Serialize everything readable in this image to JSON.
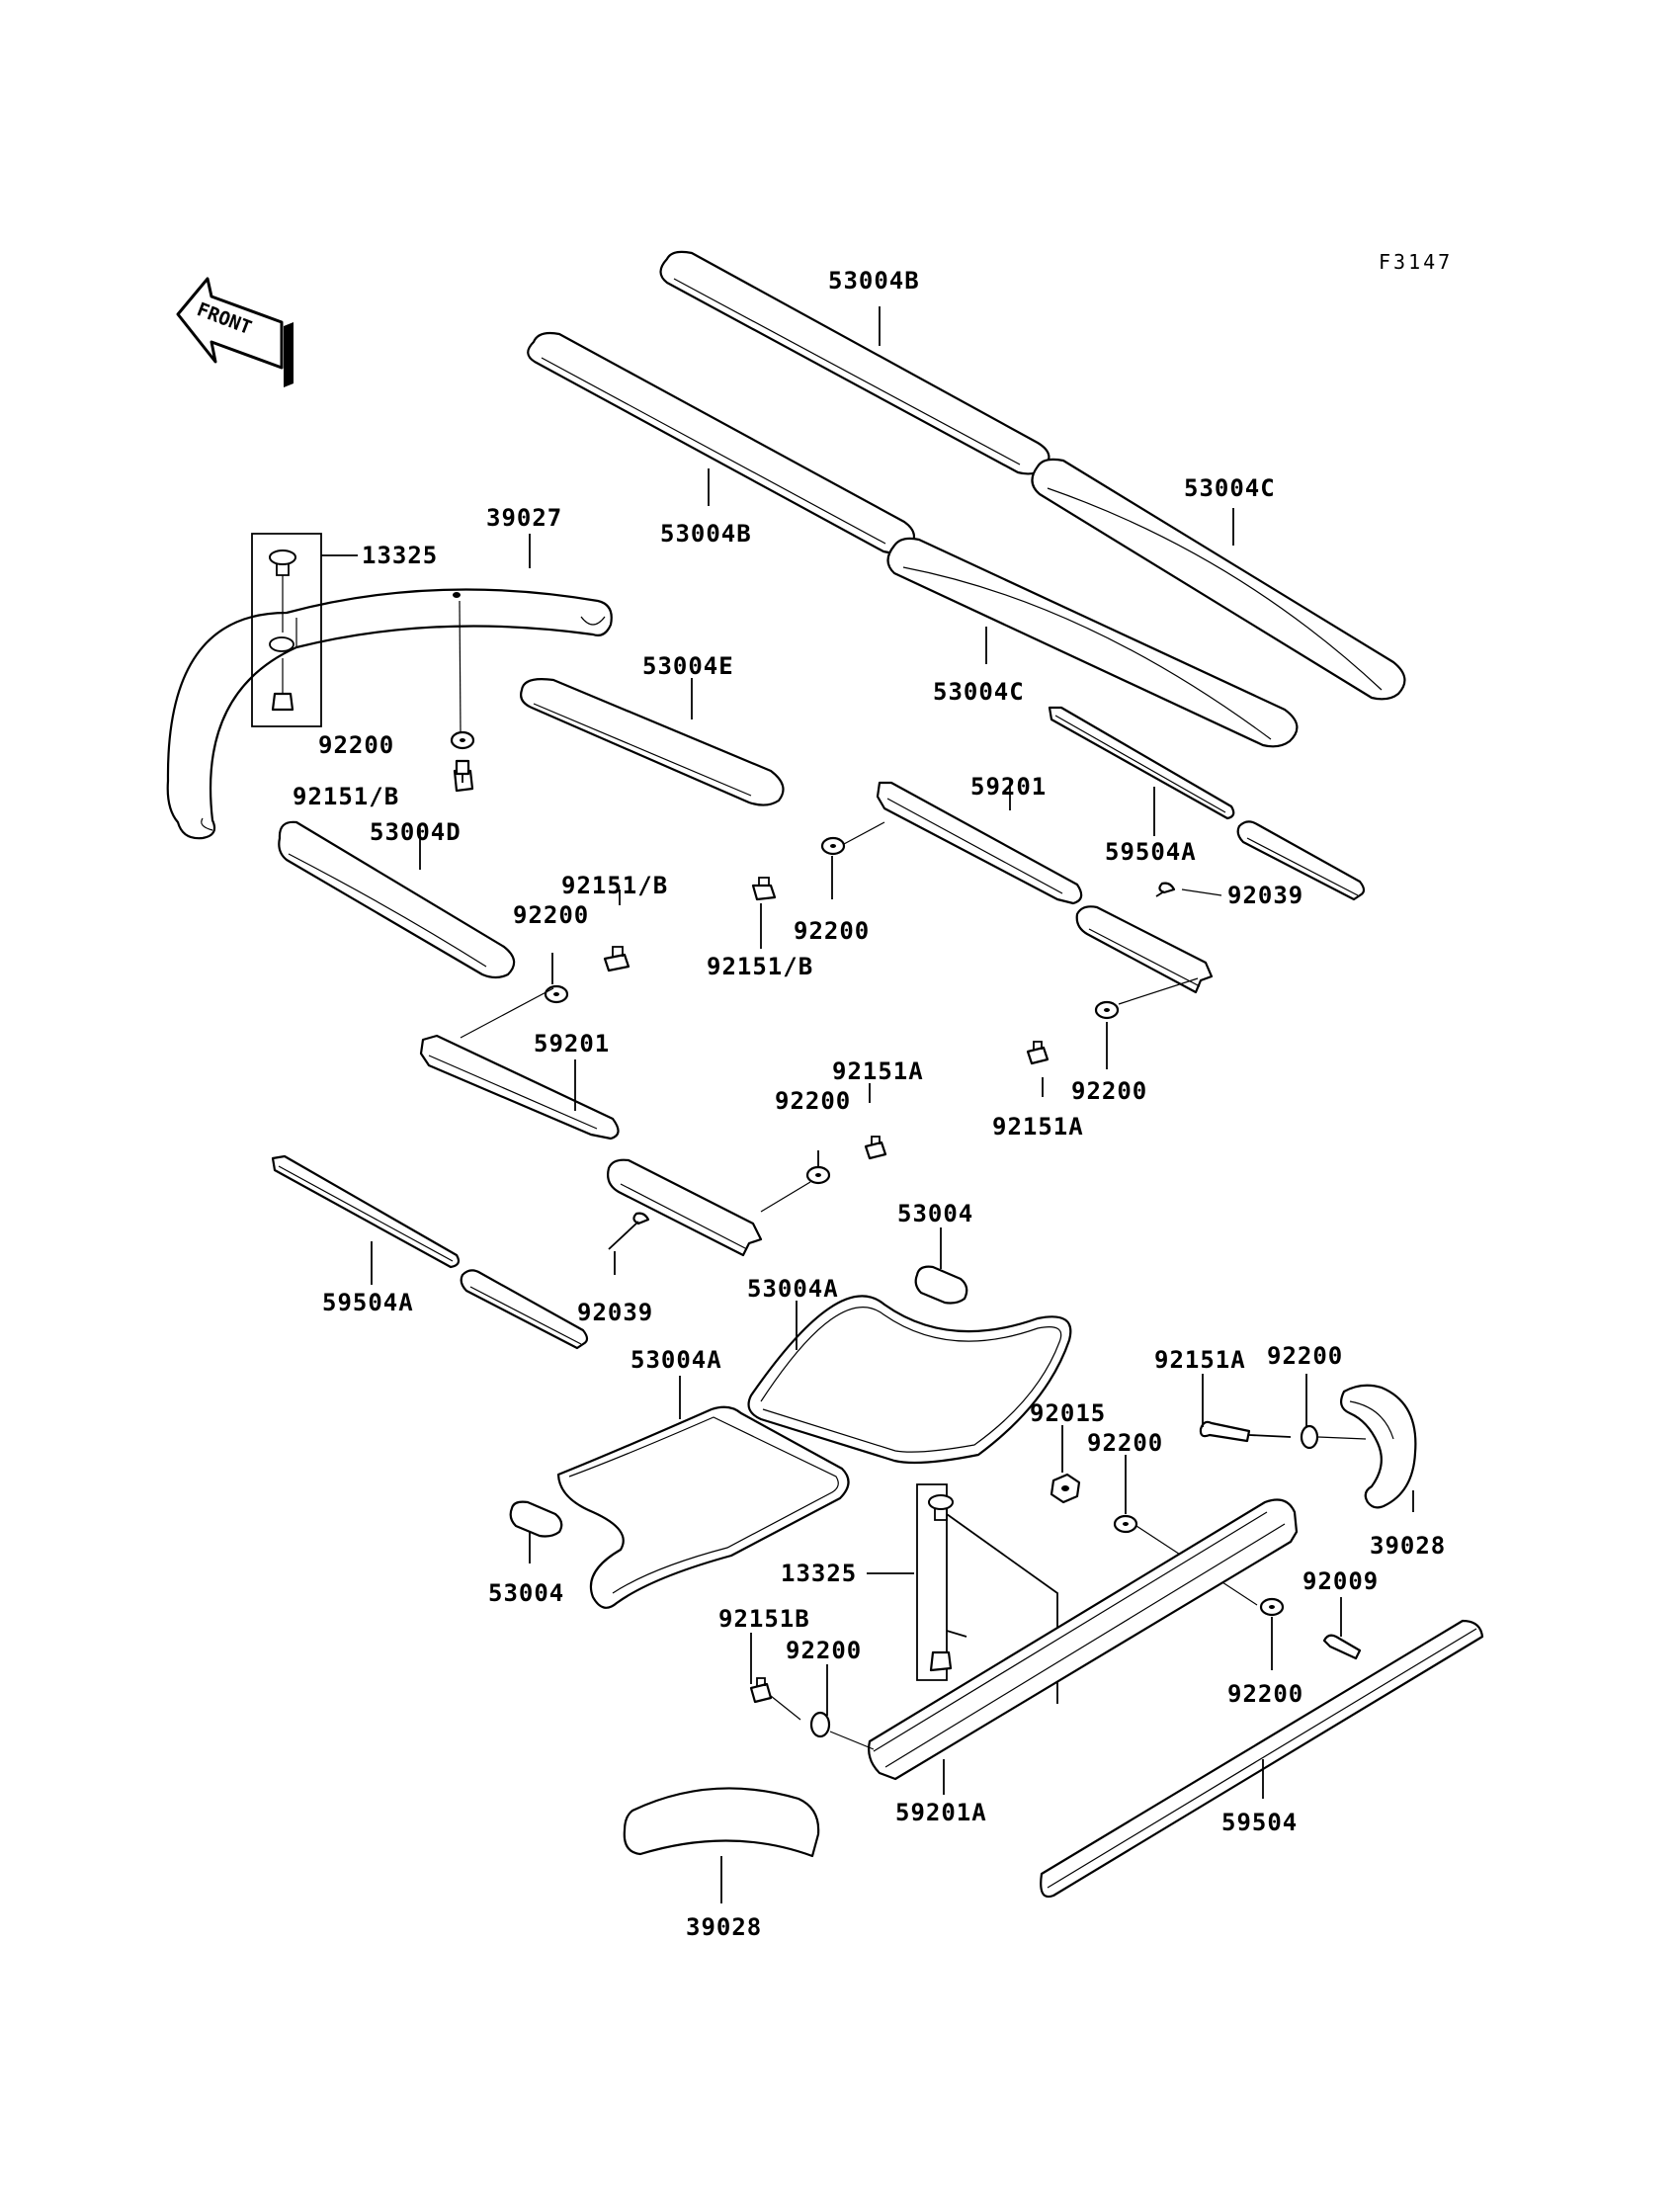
{
  "figure_code": "F3147",
  "front_arrow": {
    "label": "FRONT",
    "icon": "front-arrow-icon"
  },
  "labels": [
    {
      "id": "l1",
      "text": "53004B"
    },
    {
      "id": "l2",
      "text": "53004B"
    },
    {
      "id": "l3",
      "text": "53004C"
    },
    {
      "id": "l4",
      "text": "53004C"
    },
    {
      "id": "l5",
      "text": "39027"
    },
    {
      "id": "l6",
      "text": "13325"
    },
    {
      "id": "l7",
      "text": "53004E"
    },
    {
      "id": "l8",
      "text": "92200"
    },
    {
      "id": "l9",
      "text": "92151/B"
    },
    {
      "id": "l10",
      "text": "53004D"
    },
    {
      "id": "l11",
      "text": "59201"
    },
    {
      "id": "l12",
      "text": "59504A"
    },
    {
      "id": "l13",
      "text": "92039"
    },
    {
      "id": "l14",
      "text": "92200"
    },
    {
      "id": "l15",
      "text": "92151/B"
    },
    {
      "id": "l16",
      "text": "92151/B"
    },
    {
      "id": "l17",
      "text": "92200"
    },
    {
      "id": "l18",
      "text": "59201"
    },
    {
      "id": "l19",
      "text": "92151A"
    },
    {
      "id": "l20",
      "text": "92200"
    },
    {
      "id": "l21",
      "text": "92200"
    },
    {
      "id": "l22",
      "text": "92151A"
    },
    {
      "id": "l23",
      "text": "53004"
    },
    {
      "id": "l24",
      "text": "59504A"
    },
    {
      "id": "l25",
      "text": "92039"
    },
    {
      "id": "l26",
      "text": "53004A"
    },
    {
      "id": "l27",
      "text": "53004A"
    },
    {
      "id": "l28",
      "text": "92151A"
    },
    {
      "id": "l29",
      "text": "92200"
    },
    {
      "id": "l30",
      "text": "92015"
    },
    {
      "id": "l31",
      "text": "92200"
    },
    {
      "id": "l32",
      "text": "39028"
    },
    {
      "id": "l33",
      "text": "53004"
    },
    {
      "id": "l34",
      "text": "13325"
    },
    {
      "id": "l35",
      "text": "92009"
    },
    {
      "id": "l36",
      "text": "92151B"
    },
    {
      "id": "l37",
      "text": "92200"
    },
    {
      "id": "l38",
      "text": "92200"
    },
    {
      "id": "l39",
      "text": "59201A"
    },
    {
      "id": "l40",
      "text": "59504"
    },
    {
      "id": "l41",
      "text": "39028"
    }
  ]
}
